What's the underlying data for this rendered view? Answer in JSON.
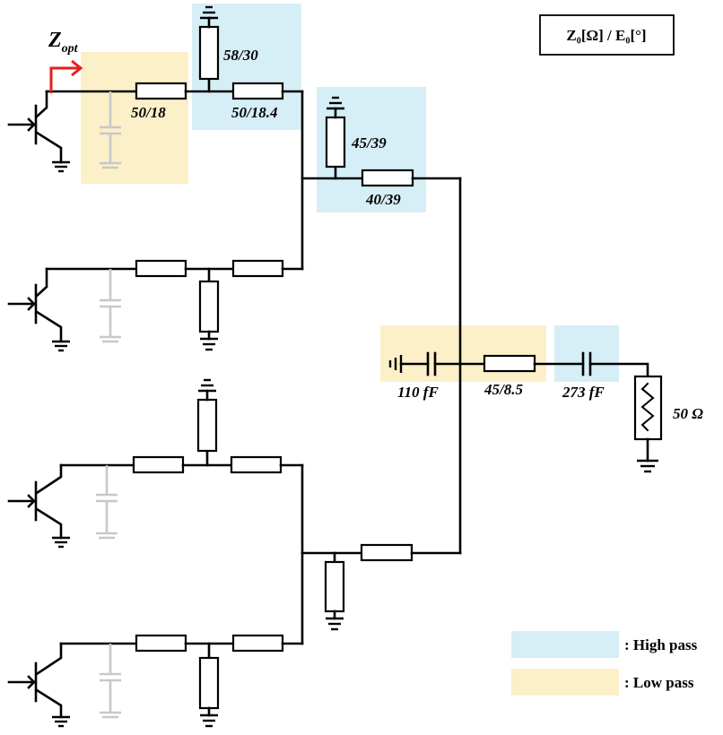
{
  "colors": {
    "high_pass": "#d6eef6",
    "low_pass": "#fbf0c8",
    "arrow": "#e81e1e",
    "ghost_cap": "#c8c8c8"
  },
  "annotation": {
    "z_main": "Z",
    "z_sub": "opt"
  },
  "key_box": {
    "text": "Z₀[Ω] / E₀[°]"
  },
  "labels": {
    "tl_50_18": "50/18",
    "stub_58_30": "58/30",
    "tl_50_18_4": "50/18.4",
    "stub_45_39": "45/39",
    "tl_40_39": "40/39",
    "cap_110": "110 fF",
    "tl_45_8_5": "45/8.5",
    "cap_273": "273 fF",
    "load": "50 Ω"
  },
  "legend": {
    "high_pass": ": High pass",
    "low_pass": ": Low pass"
  }
}
